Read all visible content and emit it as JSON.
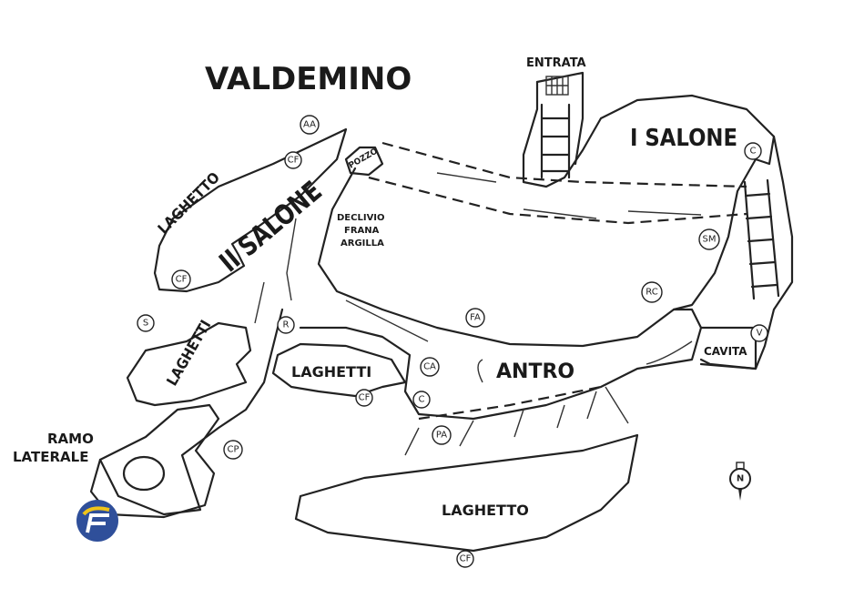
{
  "title": "VALDEMINO",
  "labels": {
    "entrata": "ENTRATA",
    "salone1": "I SALONE",
    "salone2": "II SALONE",
    "pozzo": "POZZO",
    "declivio": [
      "DECLIVIO",
      "FRANA",
      "ARGILLA"
    ],
    "laghetto_nw": "LAGHETTO",
    "laghetti_w": "LAGHETTI",
    "laghetti_c": "LAGHETTI",
    "antro": "ANTRO",
    "cavita": "CAVITA",
    "ramo": [
      "RAMO",
      "LATERALE"
    ],
    "laghetto_s": "LAGHETTO"
  },
  "markers": {
    "aa": "AA",
    "cf1": "CF",
    "cf2": "CF",
    "cf3": "CF",
    "cf4": "CF",
    "s": "S",
    "r": "R",
    "ca": "CA",
    "c1": "C",
    "c2": "C",
    "pa": "PA",
    "fa": "FA",
    "rc": "RC",
    "sm": "SM",
    "v": "V",
    "cp": "CP"
  },
  "compass": "N",
  "colors": {
    "ink": "#222222",
    "logo": "#2f4f9a",
    "logo_accent": "#f0c419"
  }
}
